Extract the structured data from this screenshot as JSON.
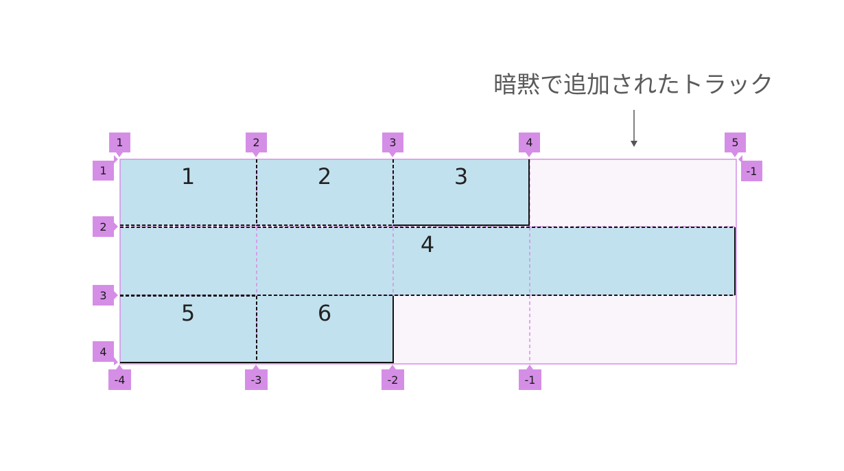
{
  "annotation": {
    "text": "暗黙で追加されたトラック"
  },
  "items": [
    {
      "label": "1"
    },
    {
      "label": "2"
    },
    {
      "label": "3"
    },
    {
      "label": "4"
    },
    {
      "label": "5"
    },
    {
      "label": "6"
    }
  ],
  "line_numbers": {
    "columns_top": [
      "1",
      "2",
      "3",
      "4",
      "5"
    ],
    "columns_bottom": [
      "-4",
      "-3",
      "-2",
      "-1"
    ],
    "rows_left": [
      "1",
      "2",
      "3",
      "4"
    ],
    "rows_right": [
      "-1"
    ]
  },
  "colors": {
    "item_fill": "#c2e1ee",
    "implicit_track_fill": "#faf4fb",
    "grid_line": "#d58ee6",
    "badge_fill": "#d58ee6",
    "item_border": "#111111"
  }
}
